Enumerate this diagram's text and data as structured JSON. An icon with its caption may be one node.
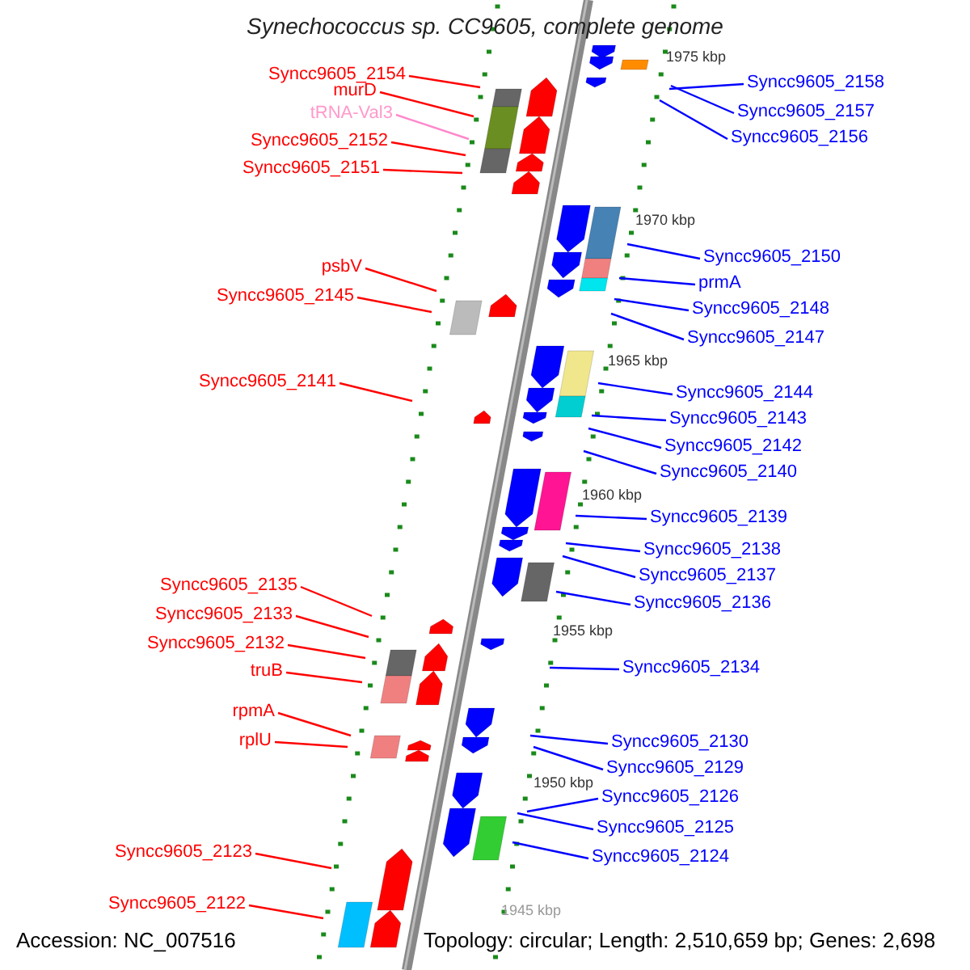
{
  "diagram": {
    "title": "Synechococcus sp. CC9605, complete genome",
    "nodes": [
      {
        "text": [
          "Syncc9605_2154"
        ]
      },
      {
        "text": [
          "murD"
        ]
      },
      {
        "text": [
          "tRNA-Val3"
        ]
      },
      {
        "text": [
          "Syncc9605_2152"
        ]
      },
      {
        "text": [
          "Syncc9605_2151"
        ]
      },
      {
        "text": [
          "psbV"
        ]
      },
      {
        "text": [
          "Syncc9605_2145"
        ]
      },
      {
        "text": [
          "Syncc9605_2141"
        ]
      },
      {
        "text": [
          "Syncc9605_2135"
        ]
      },
      {
        "text": [
          "Syncc9605_2133"
        ]
      },
      {
        "text": [
          "Syncc9605_2132"
        ]
      },
      {
        "text": [
          "truB"
        ]
      },
      {
        "text": [
          "rpmA"
        ]
      },
      {
        "text": [
          "rplU"
        ]
      },
      {
        "text": [
          "Syncc9605_2123"
        ]
      },
      {
        "text": [
          "Syncc9605_2122"
        ]
      },
      {
        "text": [
          "Syncc9605_2158"
        ]
      },
      {
        "text": [
          "Syncc9605_2157"
        ]
      },
      {
        "text": [
          "Syncc9605_2156"
        ]
      },
      {
        "text": [
          "Syncc9605_2150"
        ]
      },
      {
        "text": [
          "prmA"
        ]
      },
      {
        "text": [
          "Syncc9605_2148"
        ]
      },
      {
        "text": [
          "Syncc9605_2147"
        ]
      },
      {
        "text": [
          "Syncc9605_2144"
        ]
      },
      {
        "text": [
          "Syncc9605_2143"
        ]
      },
      {
        "text": [
          "Syncc9605_2142"
        ]
      },
      {
        "text": [
          "Syncc9605_2140"
        ]
      },
      {
        "text": [
          "Syncc9605_2139"
        ]
      },
      {
        "text": [
          "Syncc9605_2138"
        ]
      },
      {
        "text": [
          "Syncc9605_2137"
        ]
      },
      {
        "text": [
          "Syncc9605_2136"
        ]
      },
      {
        "text": [
          "Syncc9605_2134"
        ]
      },
      {
        "text": [
          "Syncc9605_2130"
        ]
      },
      {
        "text": [
          "Syncc9605_2129"
        ]
      },
      {
        "text": [
          "Syncc9605_2126"
        ]
      },
      {
        "text": [
          "Syncc9605_2125"
        ]
      },
      {
        "text": [
          "Syncc9605_2124"
        ]
      }
    ],
    "edges": [
      {
        "from": 0,
        "to": null,
        "arrow": "none",
        "color": "#ff0000"
      },
      {
        "from": 1,
        "to": null,
        "arrow": "none",
        "color": "#ff0000"
      },
      {
        "from": 2,
        "to": null,
        "arrow": "none",
        "color": "#ff88cc"
      },
      {
        "from": 3,
        "to": null,
        "arrow": "none",
        "color": "#ff0000"
      },
      {
        "from": 4,
        "to": null,
        "arrow": "none",
        "color": "#ff0000"
      },
      {
        "from": 5,
        "to": null,
        "arrow": "none",
        "color": "#ff0000"
      },
      {
        "from": 6,
        "to": null,
        "arrow": "none",
        "color": "#ff0000"
      },
      {
        "from": 7,
        "to": null,
        "arrow": "none",
        "color": "#ff0000"
      },
      {
        "from": 8,
        "to": null,
        "arrow": "none",
        "color": "#ff0000"
      },
      {
        "from": 9,
        "to": null,
        "arrow": "none",
        "color": "#ff0000"
      },
      {
        "from": 10,
        "to": null,
        "arrow": "none",
        "color": "#ff0000"
      },
      {
        "from": 11,
        "to": null,
        "arrow": "none",
        "color": "#ff0000"
      },
      {
        "from": 12,
        "to": null,
        "arrow": "none",
        "color": "#ff0000"
      },
      {
        "from": 13,
        "to": null,
        "arrow": "none",
        "color": "#ff0000"
      },
      {
        "from": 14,
        "to": null,
        "arrow": "none",
        "color": "#ff0000"
      },
      {
        "from": 15,
        "to": null,
        "arrow": "none",
        "color": "#ff0000"
      },
      {
        "from": 16,
        "to": null,
        "arrow": "none"
      },
      {
        "from": 17,
        "to": null,
        "arrow": "none"
      },
      {
        "from": 18,
        "to": null,
        "arrow": "none"
      },
      {
        "from": 19,
        "to": null,
        "arrow": "none"
      },
      {
        "from": 20,
        "to": null,
        "arrow": "none"
      },
      {
        "from": 21,
        "to": null,
        "arrow": "none"
      },
      {
        "from": 22,
        "to": null,
        "arrow": "none"
      },
      {
        "from": 23,
        "to": null,
        "arrow": "none"
      },
      {
        "from": 24,
        "to": null,
        "arrow": "none"
      },
      {
        "from": 25,
        "to": null,
        "arrow": "none"
      },
      {
        "from": 26,
        "to": null,
        "arrow": "none"
      },
      {
        "from": 27,
        "to": null,
        "arrow": "none"
      },
      {
        "from": 28,
        "to": null,
        "arrow": "none"
      },
      {
        "from": 29,
        "to": null,
        "arrow": "none"
      },
      {
        "from": 30,
        "to": null,
        "arrow": "none"
      },
      {
        "from": 31,
        "to": null,
        "arrow": "none"
      },
      {
        "from": 32,
        "to": null,
        "arrow": "none"
      },
      {
        "from": 33,
        "to": null,
        "arrow": "none"
      },
      {
        "from": 34,
        "to": null,
        "arrow": "none"
      },
      {
        "from": 35,
        "to": null,
        "arrow": "none"
      },
      {
        "from": 36,
        "to": null,
        "arrow": "none"
      }
    ],
    "labels": [
      "1975 kbp",
      "1970 kbp",
      "1965 kbp",
      "1960 kbp",
      "1955 kbp",
      "1950 kbp",
      "1945 kbp",
      "Accession: NC_007516",
      "Topology: circular; Length: 2,510,659 bp; Genes: 2,698"
    ]
  }
}
